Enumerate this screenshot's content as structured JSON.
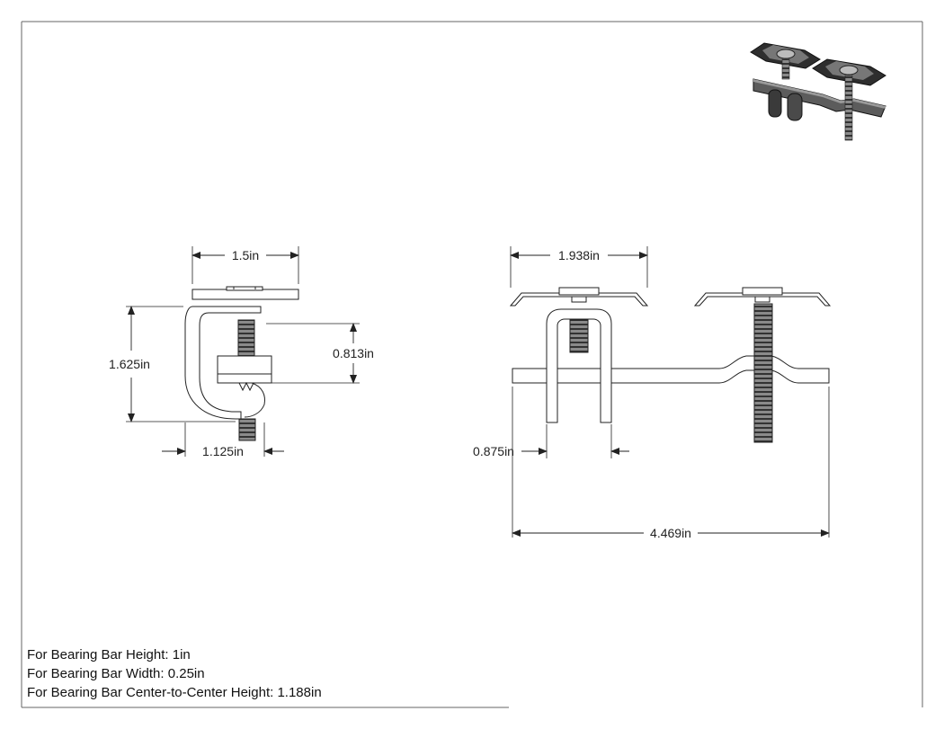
{
  "dimensions": {
    "side_width": "1.5in",
    "side_height": "1.625in",
    "side_jaw_height": "0.813in",
    "side_depth": "1.125in",
    "front_clip_width": "1.938in",
    "front_leg_spacing": "0.875in",
    "front_overall_length": "4.469in"
  },
  "notes": [
    "For Bearing Bar Height: 1in",
    "For Bearing Bar Width: 0.25in",
    "For Bearing Bar Center-to-Center Height: 1.188in"
  ],
  "colors": {
    "line": "#222222",
    "part_fill": "#ffffff",
    "thumbnail_dark": "#3a3a3a",
    "thumbnail_mid": "#6b6b6b"
  }
}
